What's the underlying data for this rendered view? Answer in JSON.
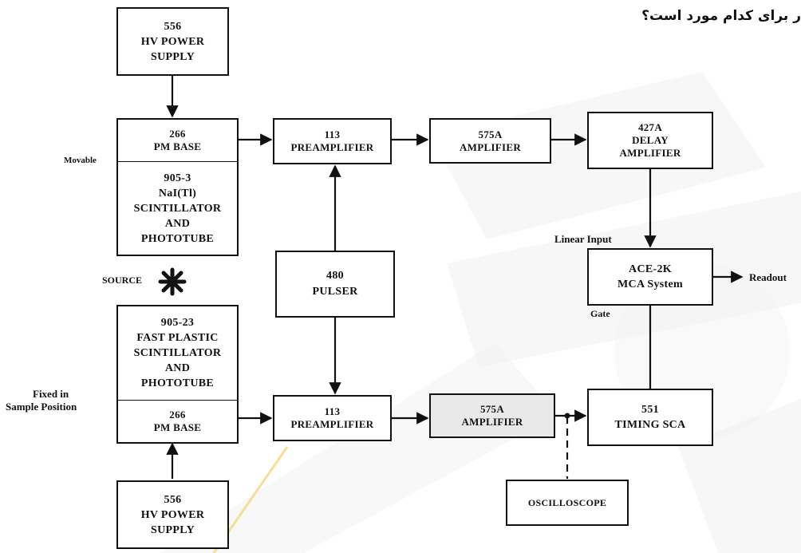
{
  "header": {
    "question_fragment": "ر برای کدام مورد است؟"
  },
  "blocks": {
    "hv_top": {
      "l1": "556",
      "l2": "HV POWER",
      "l3": "SUPPLY"
    },
    "pm_top": {
      "l1": "266",
      "l2": "PM BASE"
    },
    "nai": {
      "l1": "905-3",
      "l2": "NaI(Tl)",
      "l3": "SCINTILLATOR",
      "l4": "AND",
      "l5": "PHOTOTUBE"
    },
    "pre_top": {
      "l1": "113",
      "l2": "PREAMPLIFIER"
    },
    "amp_top": {
      "l1": "575A",
      "l2": "AMPLIFIER"
    },
    "delay": {
      "l1": "427A",
      "l2": "DELAY",
      "l3": "AMPLIFIER"
    },
    "pulser": {
      "l1": "480",
      "l2": "PULSER"
    },
    "mca": {
      "l1": "ACE-2K",
      "l2": "MCA System"
    },
    "plastic": {
      "l1": "905-23",
      "l2": "FAST PLASTIC",
      "l3": "SCINTILLATOR",
      "l4": "AND",
      "l5": "PHOTOTUBE"
    },
    "pm_bot": {
      "l1": "266",
      "l2": "PM BASE"
    },
    "pre_bot": {
      "l1": "113",
      "l2": "PREAMPLIFIER"
    },
    "amp_bot": {
      "l1": "575A",
      "l2": "AMPLIFIER"
    },
    "sca": {
      "l1": "551",
      "l2": "TIMING SCA"
    },
    "scope": {
      "l1": "OSCILLOSCOPE"
    },
    "hv_bot": {
      "l1": "556",
      "l2": "HV POWER",
      "l3": "SUPPLY"
    }
  },
  "labels": {
    "movable": "Movable",
    "source": "SOURCE",
    "fixed_l1": "Fixed in",
    "fixed_l2": "Sample Position",
    "linear_input": "Linear Input",
    "gate": "Gate",
    "readout": "Readout"
  },
  "colors": {
    "line": "#111111",
    "watermark": "#f2f2f2",
    "accent": "#f6d98a"
  }
}
